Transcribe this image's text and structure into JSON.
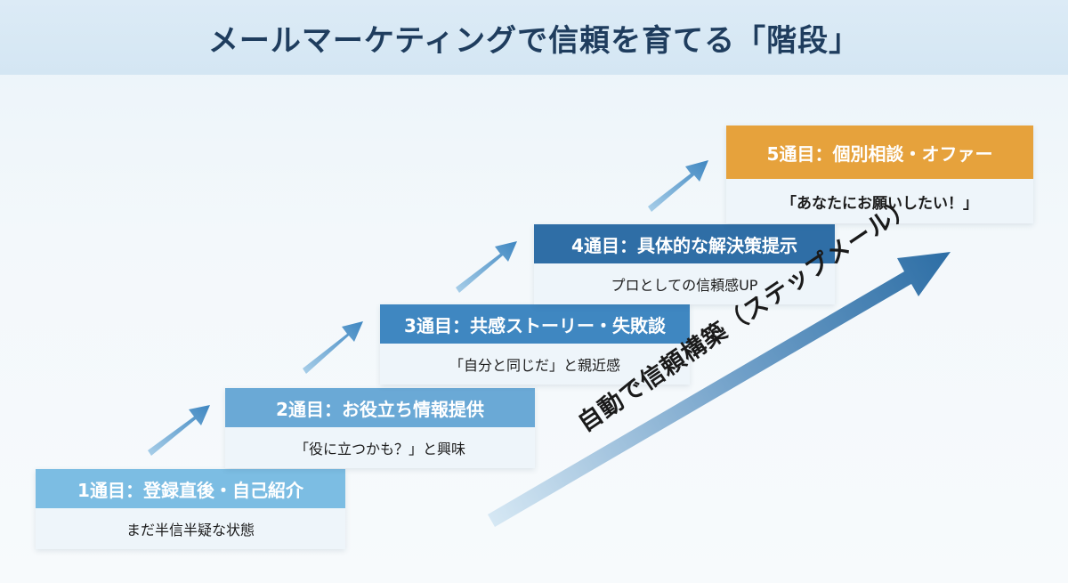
{
  "title": "メールマーケティングで信頼を育てる「階段」",
  "steps": [
    {
      "label": "1通目：登録直後・自己紹介",
      "note": "まだ半信半疑な状態"
    },
    {
      "label": "2通目：お役立ち情報提供",
      "note": "「役に立つかも？」と興味"
    },
    {
      "label": "3通目：共感ストーリー・失敗談",
      "note": "「自分と同じだ」と親近感"
    },
    {
      "label": "4通目：具体的な解決策提示",
      "note": "プロとしての信頼感UP"
    },
    {
      "label": "5通目：個別相談・オファー",
      "note": "「あなたにお願いしたい！」"
    }
  ],
  "big_arrow_label": "自動で信頼構築（ステップメール）",
  "colors": {
    "step1": "#7cbde3",
    "step2": "#6aa9d6",
    "step3": "#3f87c1",
    "step4": "#2f6ea6",
    "step5": "#e6a23c",
    "arrow_dark": "#2d6ea5",
    "arrow_light": "#cfe3f1"
  }
}
